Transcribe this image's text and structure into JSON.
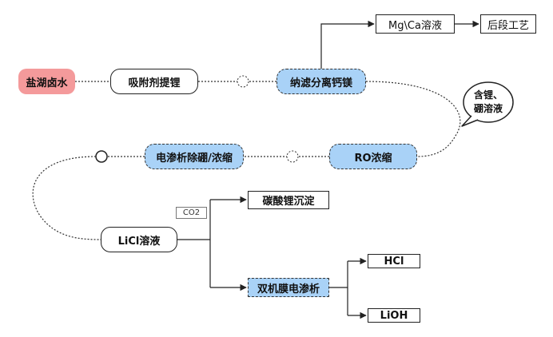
{
  "nodes": {
    "brine": "盐湖卤水",
    "adsorption": "吸附剂提锂",
    "nanofiltration": "纳滤分离钙镁",
    "mgca": "Mg\\Ca溶液",
    "downstream": "后段工艺",
    "bubble_line1": "含锂、",
    "bubble_line2": "硼溶液",
    "ro": "RO浓缩",
    "electrodialysis": "电渗析除硼/浓缩",
    "licl": "LiCl溶液",
    "co2": "CO2",
    "li2co3": "碳酸锂沉淀",
    "bipolar": "双机膜电渗析",
    "hcl": "HCl",
    "lioh": "LiOH"
  },
  "colors": {
    "red_fill": "#f49a9b",
    "blue_fill": "#a9d2f7",
    "line": "#222222"
  }
}
